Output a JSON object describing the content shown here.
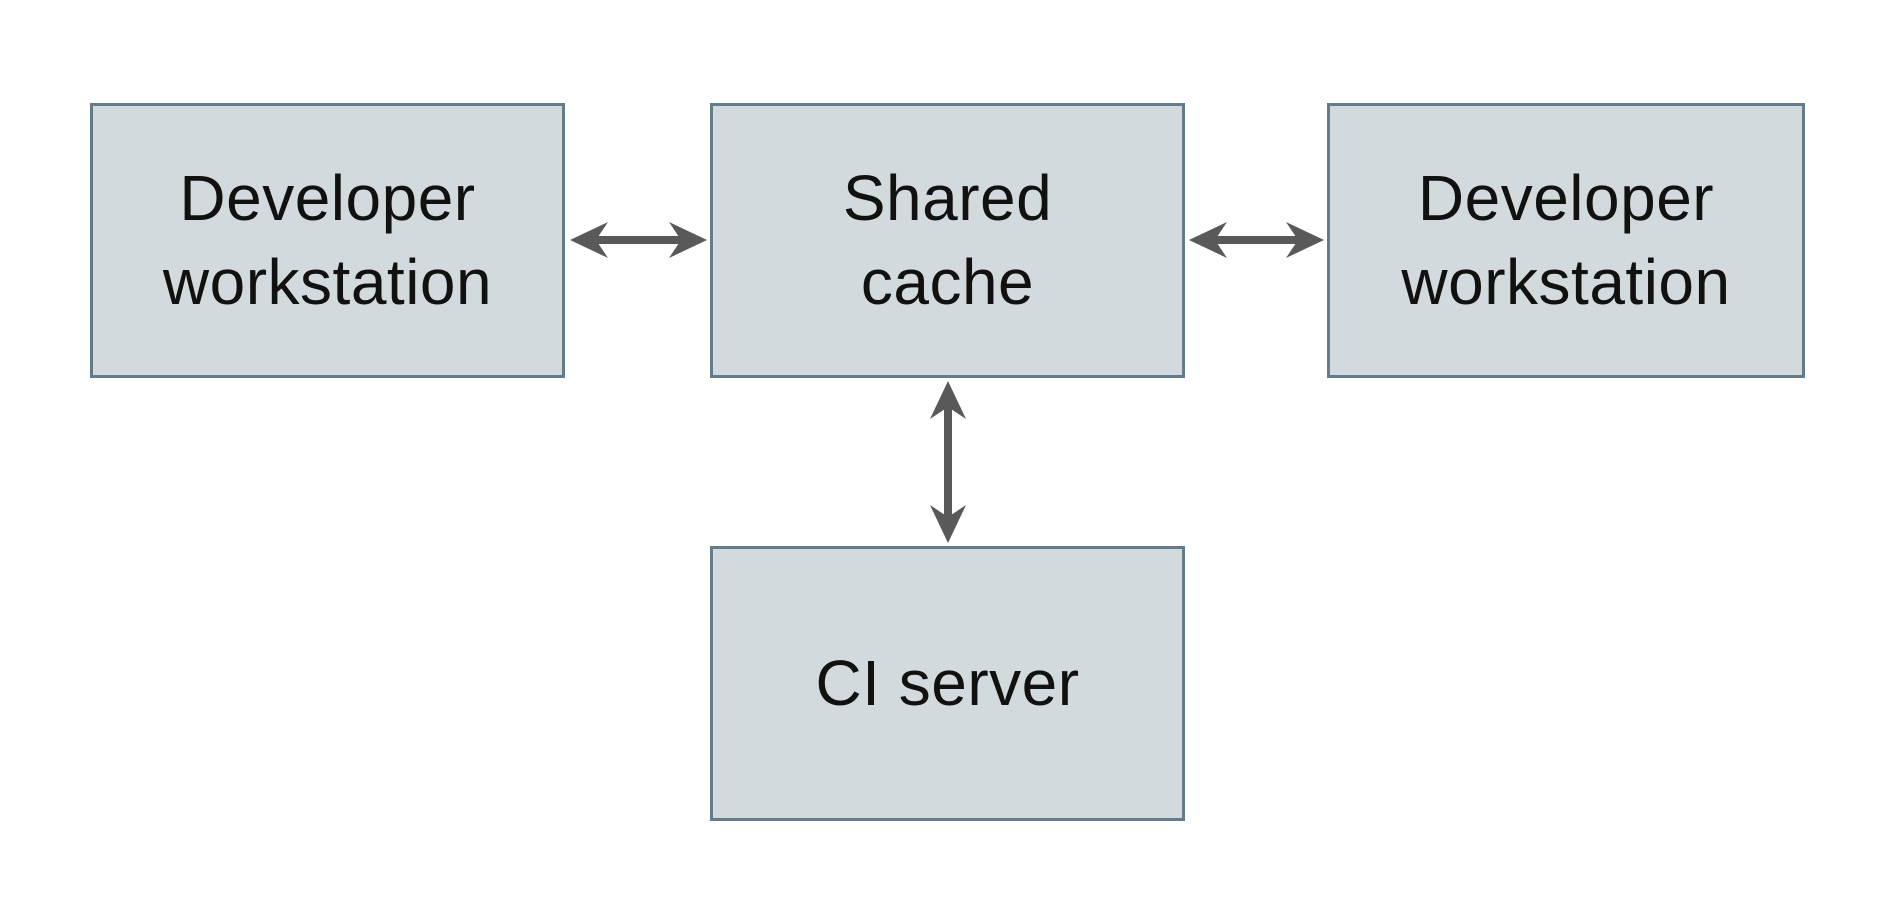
{
  "diagram": {
    "nodes": [
      {
        "id": "developer-workstation-left",
        "label": "Developer\nworkstation"
      },
      {
        "id": "shared-cache",
        "label": "Shared\ncache"
      },
      {
        "id": "developer-workstation-right",
        "label": "Developer\nworkstation"
      },
      {
        "id": "ci-server",
        "label": "CI server"
      }
    ],
    "edges": [
      {
        "from": "developer-workstation-left",
        "to": "shared-cache",
        "direction": "bidirectional"
      },
      {
        "from": "developer-workstation-right",
        "to": "shared-cache",
        "direction": "bidirectional"
      },
      {
        "from": "ci-server",
        "to": "shared-cache",
        "direction": "bidirectional"
      }
    ]
  },
  "colors": {
    "background": "#ffffff",
    "node_fill": "#d3dadd",
    "node_border": "#647c8a",
    "arrow": "#595959",
    "text": "#111111"
  }
}
